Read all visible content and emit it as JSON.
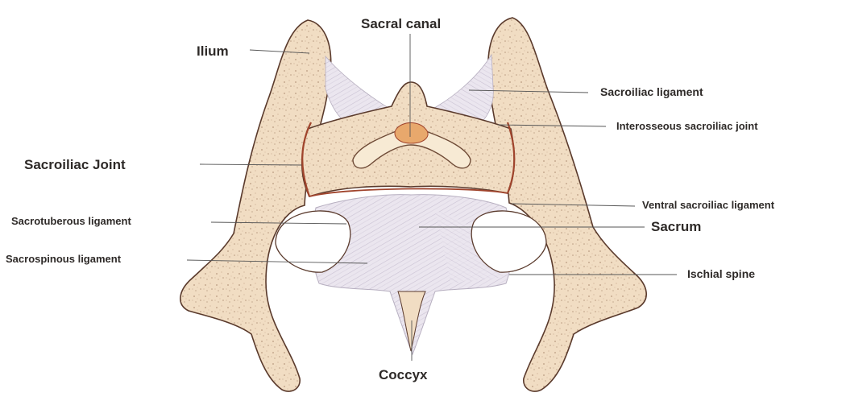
{
  "labels": {
    "ilium": "Ilium",
    "sacral_canal": "Sacral canal",
    "sacroiliac_ligament": "Sacroiliac ligament",
    "interosseous_sacroiliac_joint": "Interosseous sacroiliac joint",
    "sacroiliac_joint": "Sacroiliac Joint",
    "ventral_sacroiliac_ligament": "Ventral sacroiliac ligament",
    "sacrotuberous_ligament": "Sacrotuberous ligament",
    "sacrum": "Sacrum",
    "sacrospinous_ligament": "Sacrospinous ligament",
    "ischial_spine": "Ischial spine",
    "coccyx": "Coccyx"
  },
  "colors": {
    "bone_fill": "#f1ddc3",
    "bone_outline": "#5a3a2c",
    "bone_speckle": "#b89a80",
    "joint_line": "#a0442c",
    "canal_fill": "#e8a86c",
    "ligament_fill": "#e9e3ee",
    "ligament_stroke": "#b7afc0",
    "leader_line": "#555555",
    "label_text": "#2e2a28"
  }
}
